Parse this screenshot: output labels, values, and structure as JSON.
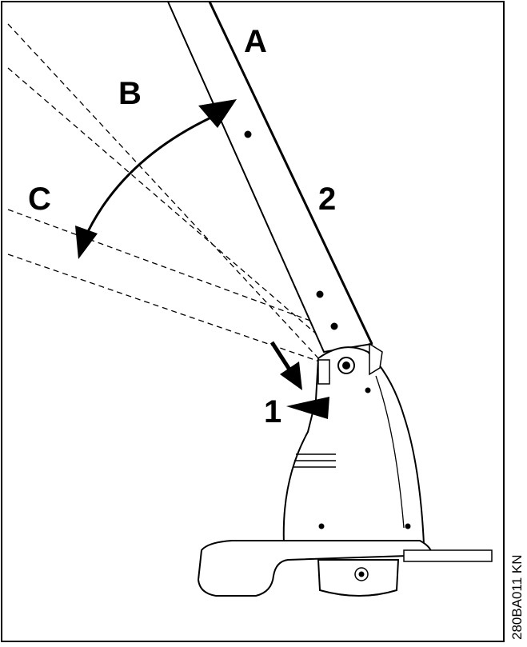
{
  "labels": {
    "a": "A",
    "b": "B",
    "c": "C",
    "one": "1",
    "two": "2"
  },
  "figure_code": "280BA011 KN",
  "colors": {
    "ink": "#000000",
    "background": "#ffffff"
  }
}
